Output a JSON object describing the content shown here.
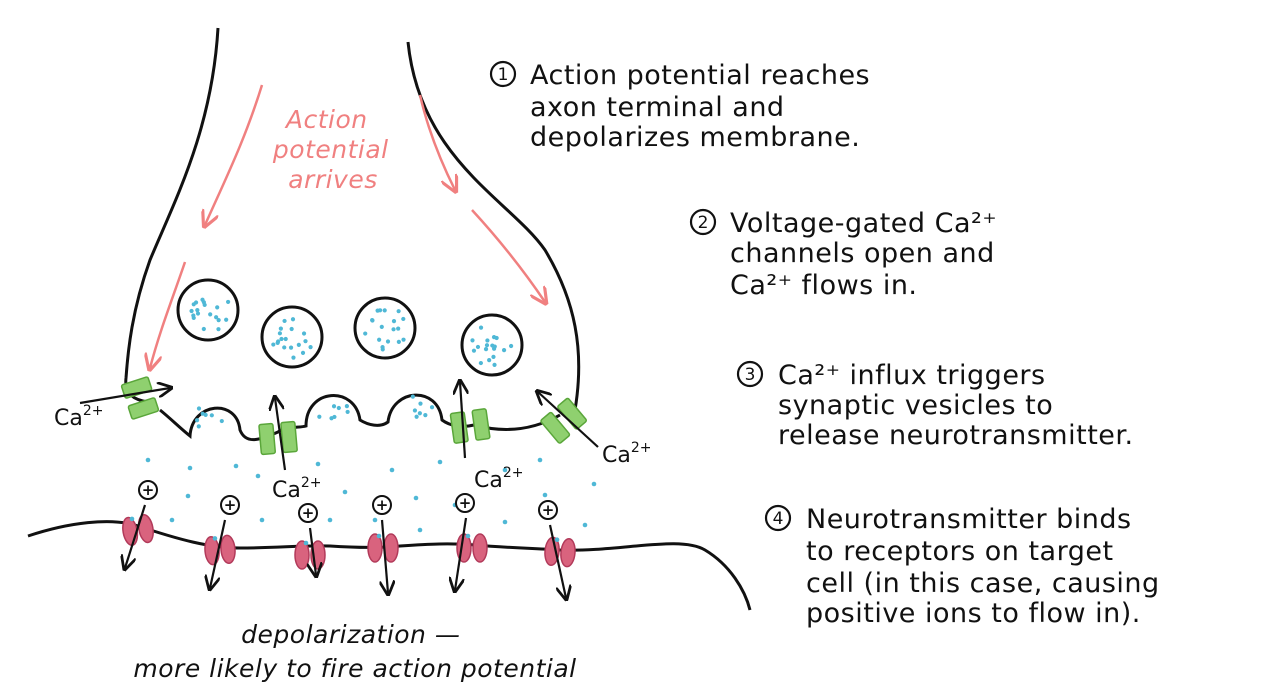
{
  "colors": {
    "ink": "#111111",
    "arrow_red": "#f08080",
    "dot_blue": "#4fb8d6",
    "channel_green": "#8fd06f",
    "channel_green_stroke": "#5aa63a",
    "receptor_pink": "#d9637e",
    "receptor_pink_stroke": "#b23a5a"
  },
  "arrival_label": {
    "lines": [
      "Action",
      "potential",
      "arrives"
    ]
  },
  "steps": [
    {
      "number": "1",
      "lines": [
        "Action potential reaches",
        "axon terminal and",
        "depolarizes membrane."
      ]
    },
    {
      "number": "2",
      "lines": [
        "Voltage-gated Ca²⁺",
        "channels open and",
        "Ca²⁺ flows in."
      ]
    },
    {
      "number": "3",
      "lines": [
        "Ca²⁺ influx triggers",
        "synaptic vesicles to",
        "release neurotransmitter."
      ]
    },
    {
      "number": "4",
      "lines": [
        "Neurotransmitter binds",
        "to receptors on target",
        "cell (in this case, causing",
        "positive ions to flow in)."
      ]
    }
  ],
  "ion_labels": {
    "base": "Ca",
    "charge": "2+"
  },
  "plus_symbol": "+",
  "bottom_caption": {
    "line1": "depolarization —",
    "line2": "more likely to fire action potential"
  },
  "icons": {
    "vesicle": "vesicle-icon",
    "calcium_channel": "calcium-channel-icon",
    "receptor": "receptor-icon",
    "positive_ion": "plus-circle-icon"
  }
}
